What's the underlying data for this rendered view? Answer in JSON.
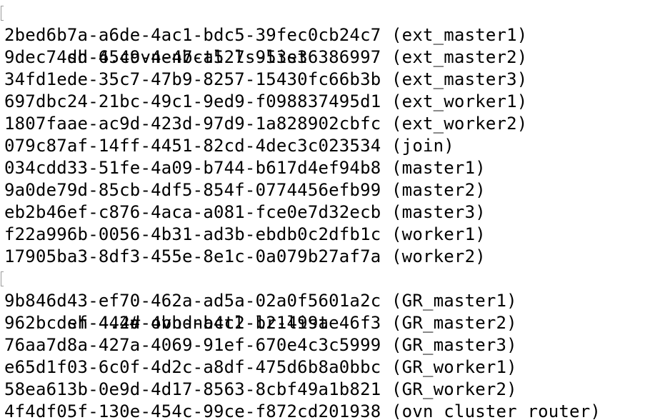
{
  "terminal": {
    "lines": [
      {
        "kind": "prompt",
        "text": "sh-4.4ovn-nbctl ls-list"
      },
      {
        "kind": "output",
        "text": "2bed6b7a-a6de-4ac1-bdc5-39fec0cb24c7 (ext_master1)"
      },
      {
        "kind": "output",
        "text": "9dec74dd-65c9-4e47-a527-953e36386997 (ext_master2)"
      },
      {
        "kind": "output",
        "text": "34fd1ede-35c7-47b9-8257-15430fc66b3b (ext_master3)"
      },
      {
        "kind": "output",
        "text": "697dbc24-21bc-49c1-9ed9-f098837495d1 (ext_worker1)"
      },
      {
        "kind": "output",
        "text": "1807faae-ac9d-423d-97d9-1a828902cbfc (ext_worker2)"
      },
      {
        "kind": "output",
        "text": "079c87af-14ff-4451-82cd-4dec3c023534 (join)"
      },
      {
        "kind": "output",
        "text": "034cdd33-51fe-4a09-b744-b617d4ef94b8 (master1)"
      },
      {
        "kind": "output",
        "text": "9a0de79d-85cb-4df5-854f-0774456efb99 (master2)"
      },
      {
        "kind": "output",
        "text": "eb2b46ef-c876-4aca-a081-fce0e7d32ecb (master3)"
      },
      {
        "kind": "output",
        "text": "f22a996b-0056-4b31-ad3b-ebdb0c2dfb1c (worker1)"
      },
      {
        "kind": "output",
        "text": "17905ba3-8df3-455e-8e1c-0a079b27af7a (worker2)"
      },
      {
        "kind": "prompt",
        "text": "sh-4.4# ovn-nbctl lr-list"
      },
      {
        "kind": "output",
        "text": "9b846d43-ef70-462a-ad5a-02a0f5601a2c (GR_master1)"
      },
      {
        "kind": "output",
        "text": "962bcdef-442d-4bbd-a4c2-b21499ae46f3 (GR_master2)"
      },
      {
        "kind": "output",
        "text": "76aa7d8a-427a-4069-91ef-670e4c3c5999 (GR_master3)"
      },
      {
        "kind": "output",
        "text": "e65d1f03-6c0f-4d2c-a8df-475d6b8a0bbc (GR_worker1)"
      },
      {
        "kind": "output",
        "text": "58ea613b-0e9d-4d17-8563-8cbf49a1b821 (GR_worker2)"
      },
      {
        "kind": "output",
        "text": "4f4df05f-130e-454c-99ce-f872cd201938 (ovn_cluster_router)"
      }
    ]
  },
  "colors": {
    "background": "#ffffff",
    "text": "#000000",
    "prompt_marker": "#9a9a9a"
  }
}
